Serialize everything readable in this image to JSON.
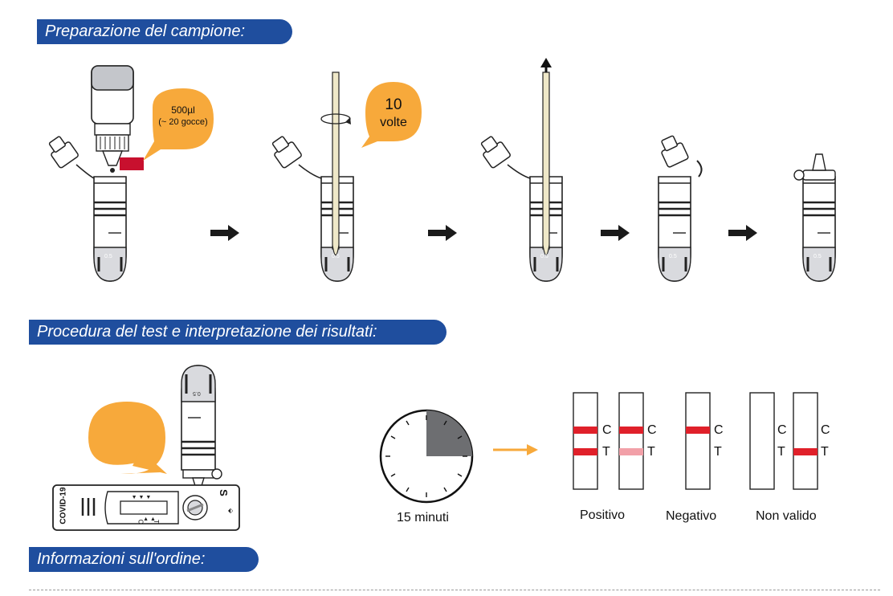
{
  "sections": {
    "preparation": "Preparazione del campione:",
    "procedure": "Procedura del test e interpretazione dei risultati:",
    "ordering": "Informazioni sull'ordine:"
  },
  "bubbles": {
    "volume": "500µl",
    "drops": "(~ 20 gocce)",
    "count": "10",
    "count_unit": "volte"
  },
  "tube_mark": "0.5",
  "cassette": {
    "brand": "COVID-19",
    "sample_label": "S",
    "control_label": "C",
    "test_label": "T"
  },
  "timer_label": "15 minuti",
  "strip_labels": {
    "c": "C",
    "t": "T"
  },
  "results": {
    "positive": "Positivo",
    "negative": "Negativo",
    "invalid": "Non valido"
  },
  "colors": {
    "banner": "#1f4e9e",
    "bubble": "#f7a93b",
    "line_red": "#e0202a",
    "line_faint": "#f2a0a8",
    "arrow_orange": "#f7a93b"
  }
}
